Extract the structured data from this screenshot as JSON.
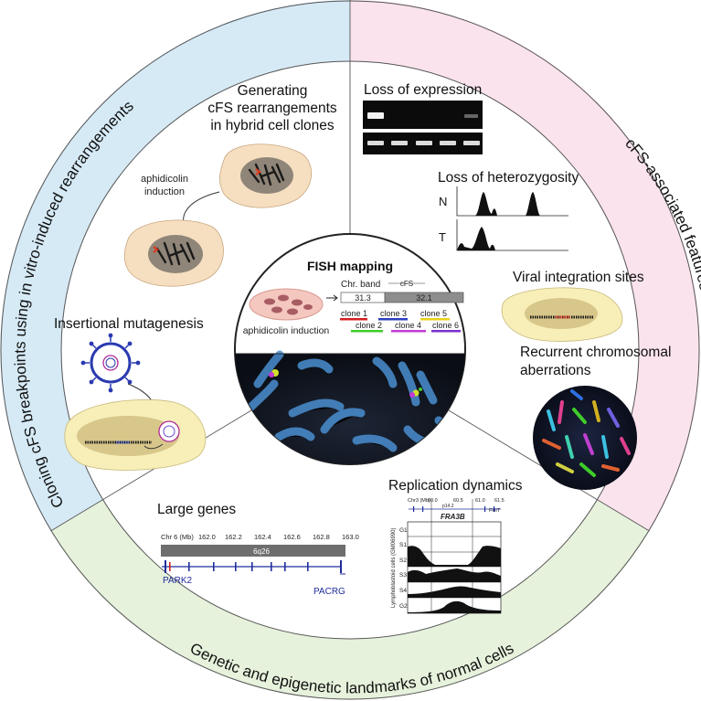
{
  "ring": {
    "left": "Cloning cFS breakpoints using in vitro-induced rearrangements",
    "right": "cFS-associated features in cancer cells",
    "bottom": "Genetic and epigenetic landmarks of normal cells"
  },
  "hybrid": {
    "title_lines": [
      "Generating",
      "cFS rearrangements",
      "in hybrid cell clones"
    ],
    "induction_lines": [
      "aphidicolin",
      "induction"
    ]
  },
  "insertional": {
    "title": "Insertional mutagenesis"
  },
  "center": {
    "title": "FISH mapping",
    "aphidicolin": "aphidicolin induction",
    "chr_band": "Chr. band",
    "cfs": "cFS",
    "bands": [
      "31.3",
      "32.1"
    ],
    "clones": [
      {
        "label": "clone 1",
        "color": "#d42020"
      },
      {
        "label": "clone 3",
        "color": "#2d3fbf"
      },
      {
        "label": "clone 5",
        "color": "#e8d21a"
      },
      {
        "label": "clone 2",
        "color": "#3fcc2a"
      },
      {
        "label": "clone 4",
        "color": "#c23ad6"
      },
      {
        "label": "clone 6",
        "color": "#7a2fd0"
      }
    ]
  },
  "expression": {
    "title": "Loss of expression"
  },
  "loh": {
    "title": "Loss of heterozygosity",
    "rows": [
      "N",
      "T"
    ]
  },
  "viral": {
    "title": "Viral integration sites"
  },
  "recurrent": {
    "title_lines": [
      "Recurrent chromosomal",
      "aberrations"
    ]
  },
  "replication": {
    "title": "Replication dynamics",
    "chr_axis": "Chr3 (Mb)",
    "ticks": [
      "60.0",
      "60.5",
      "61.0",
      "61.5"
    ],
    "band": "p14.2",
    "site": "FRA3B",
    "gene": "FHIT",
    "ylabel": "Lymphoblastoid cells (GM06990)",
    "phases": [
      "G1",
      "S1",
      "S2",
      "S3",
      "S4",
      "G2"
    ]
  },
  "large_genes": {
    "title": "Large genes",
    "axis_label": "Chr 6 (Mb)",
    "ticks": [
      "162.0",
      "162.2",
      "162.4",
      "162.6",
      "162.8",
      "163.0"
    ],
    "band": "6q26",
    "genes": [
      "PARK2",
      "PACRG"
    ]
  },
  "colors": {
    "left_sector": "#d6eaf6",
    "right_sector": "#fbe3ee",
    "bottom_sector": "#e6f2dc",
    "cell": "#f6dfc0",
    "nucleus": "#8f8578",
    "yellow_cell": "#f7eeb8",
    "yellow_nucleus": "#d8c78a"
  }
}
